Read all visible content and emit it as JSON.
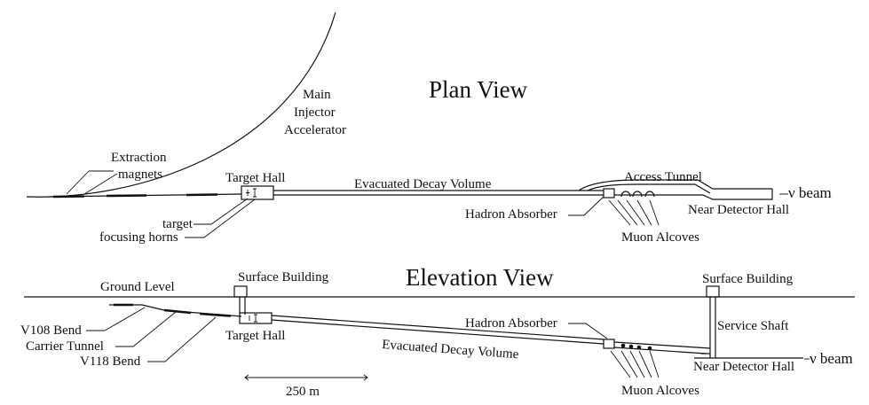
{
  "plan": {
    "title": "Plan View",
    "main_injector_line1": "Main",
    "main_injector_line2": "Injector",
    "main_injector_line3": "Accelerator",
    "extraction_line1": "Extraction",
    "extraction_line2": "magnets",
    "target_hall": "Target Hall",
    "decay_volume": "Evacuated Decay Volume",
    "access_tunnel": "Access Tunnel",
    "hadron_absorber": "Hadron Absorber",
    "near_detector_hall": "Near Detector Hall",
    "nu_beam": "ν beam",
    "target": "target",
    "focusing_horns": "focusing horns",
    "muon_alcoves": "Muon Alcoves"
  },
  "elevation": {
    "title": "Elevation View",
    "ground_level": "Ground Level",
    "surface_building_left": "Surface Building",
    "surface_building_right": "Surface Building",
    "v108_bend": "V108 Bend",
    "carrier_tunnel": "Carrier Tunnel",
    "v118_bend": "V118 Bend",
    "target_hall": "Target Hall",
    "decay_volume": "Evacuated Decay Volume",
    "hadron_absorber": "Hadron Absorber",
    "service_shaft": "Service Shaft",
    "near_detector_hall": "Near Detector Hall",
    "nu_beam": "ν beam",
    "muon_alcoves": "Muon Alcoves",
    "scale_label": "250 m"
  }
}
